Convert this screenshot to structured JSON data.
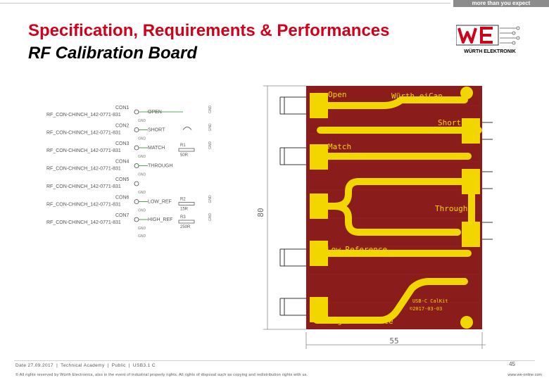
{
  "header": {
    "tagline": "more than you expect",
    "title": "Specification, Requirements & Performances",
    "subtitle": "RF Calibration Board",
    "logo_text": "WÜRTH ELEKTRONIK"
  },
  "schematic": {
    "rows": [
      {
        "part": "RF_CON-CHINCH_142-0771-831",
        "con": "CON1",
        "net": "OPEN",
        "res": "",
        "val": ""
      },
      {
        "part": "RF_CON-CHINCH_142-0771-831",
        "con": "CON2",
        "net": "SHORT",
        "res": "",
        "val": ""
      },
      {
        "part": "RF_CON-CHINCH_142-0771-831",
        "con": "CON3",
        "net": "MATCH",
        "res": "R1",
        "val": "50R"
      },
      {
        "part": "RF_CON-CHINCH_142-0771-831",
        "con": "CON4",
        "net": "THROUGH",
        "res": "",
        "val": ""
      },
      {
        "part": "RF_CON-CHINCH_142-0771-831",
        "con": "CON5",
        "net": "",
        "res": "",
        "val": ""
      },
      {
        "part": "RF_CON-CHINCH_142-0771-831",
        "con": "CON6",
        "net": "LOW_REF",
        "res": "R2",
        "val": "15R"
      },
      {
        "part": "RF_CON-CHINCH_142-0771-831",
        "con": "CON7",
        "net": "HIGH_REF",
        "res": "R3",
        "val": "250R"
      }
    ],
    "gnd": "GND"
  },
  "board": {
    "labels": {
      "open": "Open",
      "brand": "Würth eiCan",
      "short": "Short",
      "match": "Match",
      "through": "Through",
      "low": "Low Reference",
      "high": "High Reference",
      "id1": "USB-C CalKit",
      "id2": "©2017-03-03"
    },
    "dim_height": "80",
    "dim_width": "55",
    "colors": {
      "substrate": "#8b1c1c",
      "copper": "#f2d600"
    }
  },
  "footer": {
    "date": "Date 27.09.2017",
    "dept": "Technical Academy",
    "class": "Public",
    "code": "USB3.1 C",
    "page": "45",
    "copyright": "© All rights reserved by Würth Electronics, also in the event of industrial property rights. All rights of disposal such as copying and redistribution rights with us.",
    "web": "www.we-online.com"
  }
}
